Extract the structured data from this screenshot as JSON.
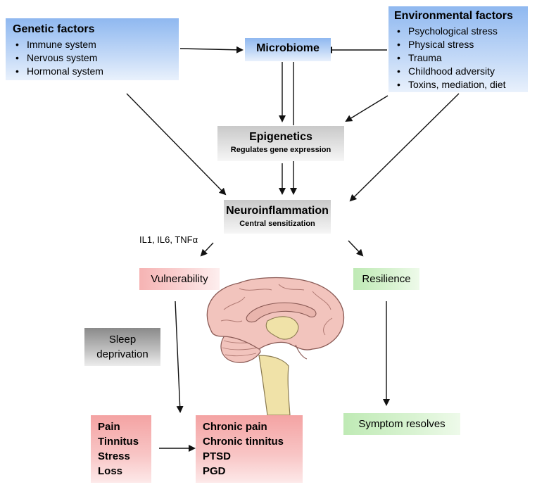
{
  "genetic": {
    "title": "Genetic factors",
    "items": [
      "Immune system",
      "Nervous system",
      "Hormonal system"
    ]
  },
  "microbiome": {
    "title": "Microbiome"
  },
  "environmental": {
    "title": "Environmental factors",
    "items": [
      "Psychological stress",
      "Physical stress",
      "Trauma",
      "Childhood adversity",
      "Toxins, mediation, diet"
    ]
  },
  "epigenetics": {
    "title": "Epigenetics",
    "subtitle": "Regulates gene expression"
  },
  "neuroinflammation": {
    "title": "Neuroinflammation",
    "subtitle": "Central sensitization"
  },
  "cytokines": "IL1, IL6, TNFα",
  "vulnerability": "Vulnerability",
  "resilience": "Resilience",
  "sleep": {
    "line1": "Sleep",
    "line2": "deprivation"
  },
  "acute": [
    "Pain",
    "Tinnitus",
    "Stress",
    "Loss"
  ],
  "chronic": [
    "Chronic pain",
    "Chronic tinnitus",
    "PTSD",
    "PGD"
  ],
  "symptom_resolves": "Symptom resolves",
  "colors": {
    "blue_box": "#8fb8f0",
    "gray_box": "#d0d0d0",
    "red_box": "#f4a3a3",
    "green_box": "#bfeab5",
    "brain_cortex": "#f2c4bd",
    "brain_stem": "#f0e2a8"
  }
}
